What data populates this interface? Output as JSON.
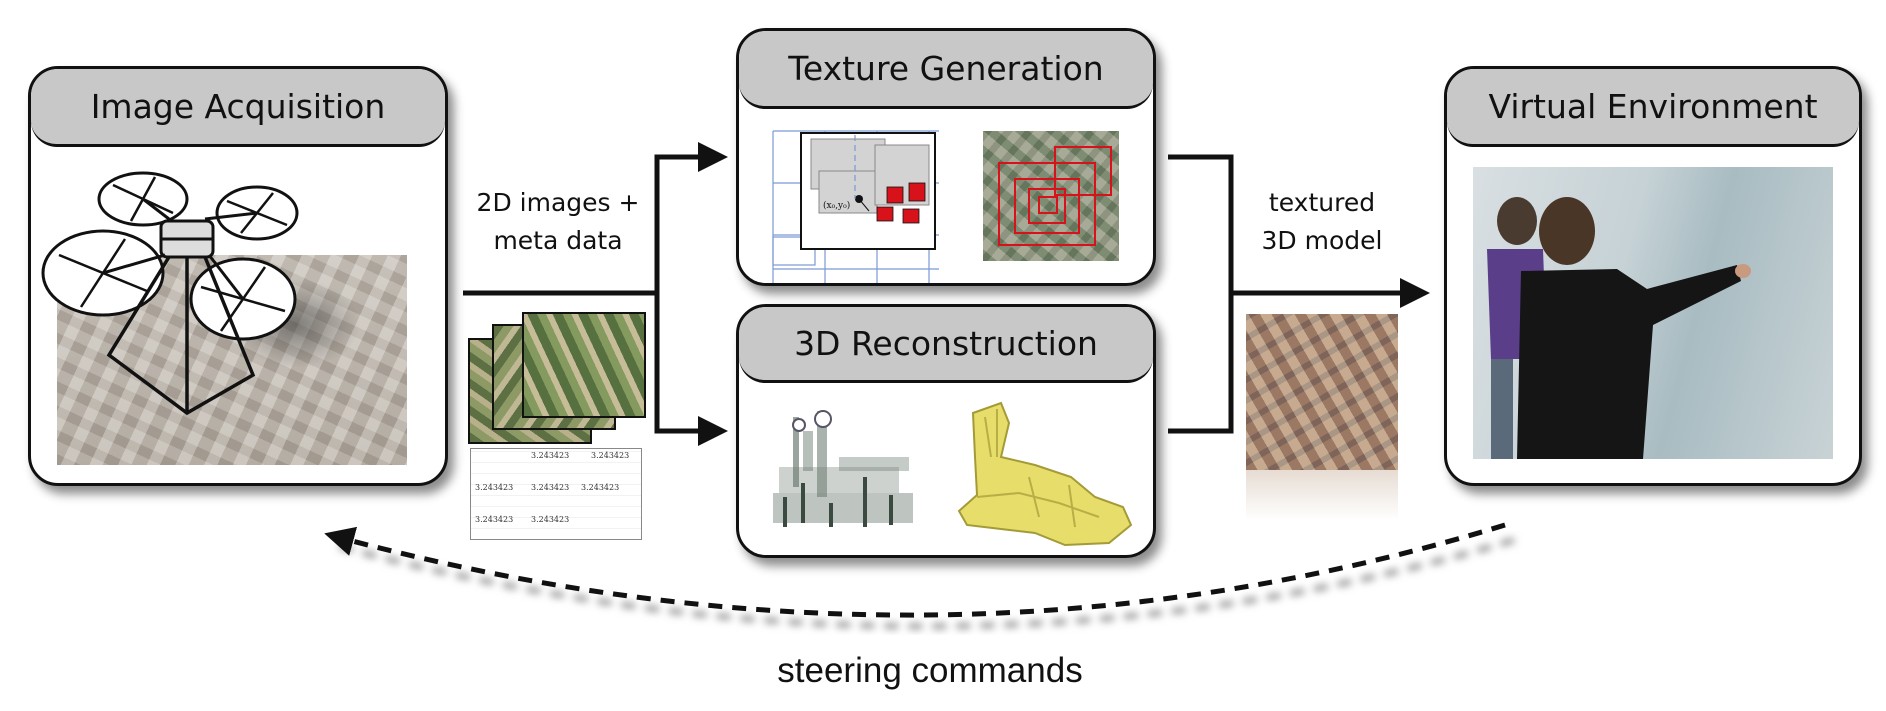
{
  "boxes": {
    "image_acquisition": "Image Acquisition",
    "texture_generation": "Texture Generation",
    "reconstruction": "3D Reconstruction",
    "virtual_environment": "Virtual Environment"
  },
  "labels": {
    "images_meta_line1": "2D images +",
    "images_meta_line2": "meta data",
    "textured_line1": "textured",
    "textured_line2": "3D model",
    "steering": "steering commands"
  },
  "figures": {
    "texture_grid_point": "(x₀,y₀)",
    "meta_table_cell": "3.243423"
  },
  "colors": {
    "header_fill": "#c8c8c8",
    "outline": "#111111",
    "texture_red": "#d8121a",
    "mesh_yellow": "#e6dd6a"
  }
}
